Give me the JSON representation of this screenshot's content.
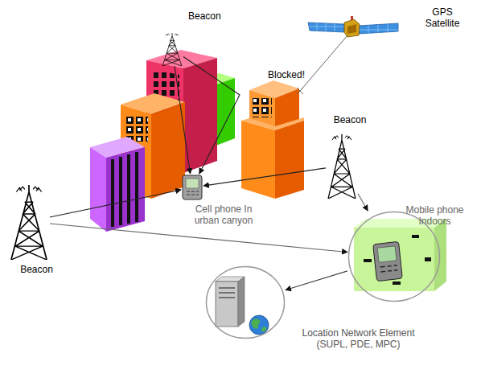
{
  "diagram": {
    "nodes": [
      {
        "text": [
          "Beacon"
        ]
      },
      {
        "text": [
          "GPS Satellite"
        ]
      },
      {
        "text": [
          "Beacon"
        ]
      },
      {
        "text": [
          "Cell phone In urban canyon"
        ]
      },
      {
        "text": [
          "Mobile phone Indoors"
        ]
      },
      {
        "text": [
          "Beacon"
        ]
      },
      {
        "text": [
          "Location Network Element (SUPL, PDE, MPC)"
        ]
      }
    ],
    "edges": [
      {
        "from": 0,
        "to": 3,
        "arrow": "to"
      },
      {
        "from": 0,
        "to": 3,
        "arrow": "to"
      },
      {
        "from": 2,
        "to": 3,
        "arrow": "to"
      },
      {
        "from": 5,
        "to": 3,
        "arrow": "to"
      },
      {
        "from": 2,
        "to": 4,
        "arrow": "to"
      },
      {
        "from": 5,
        "to": 4,
        "arrow": "to"
      },
      {
        "from": 4,
        "to": 6,
        "arrow": "to"
      }
    ],
    "labels": [
      "Blocked!"
    ]
  }
}
